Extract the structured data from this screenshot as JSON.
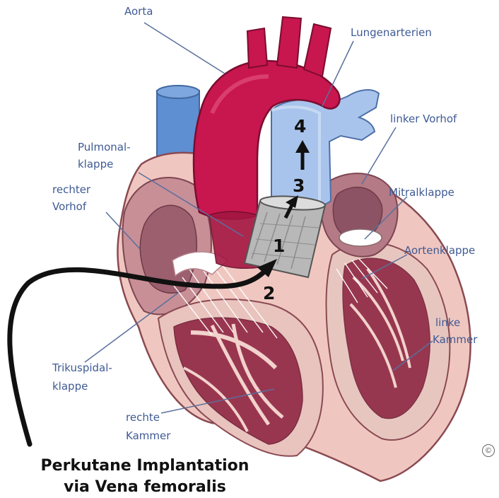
{
  "labels": {
    "aorta": "Aorta",
    "lungenarterien": "Lungenarterien",
    "linker_vorhof": "linker Vorhof",
    "pulmonalklappe_1": "Pulmonal-",
    "pulmonalklappe_2": "klappe",
    "rechter_vorhof_1": "rechter",
    "rechter_vorhof_2": "Vorhof",
    "mitralklappe": "Mitralklappe",
    "aortenklappe": "Aortenklappe",
    "linke_kammer_1": "linke",
    "linke_kammer_2": "Kammer",
    "trikuspidalklappe_1": "Trikuspidal-",
    "trikuspidalklappe_2": "klappe",
    "rechte_kammer_1": "rechte",
    "rechte_kammer_2": "Kammer"
  },
  "steps": {
    "s1": "1",
    "s2": "2",
    "s3": "3",
    "s4": "4"
  },
  "caption": {
    "line1": "Perkutane Implantation",
    "line2": "via Vena femoralis"
  },
  "copyright": "©",
  "colors": {
    "label_text": "#3f5a94",
    "aorta_red": "#c8164f",
    "vein_blue": "#5f8fd3",
    "pulmonary_light_blue": "#a9c4ec",
    "myocardium_pink": "#f0c7c0",
    "chamber_dark": "#7d1d36",
    "catheter_black": "#111111",
    "stent_gray": "#b8b8b8"
  }
}
